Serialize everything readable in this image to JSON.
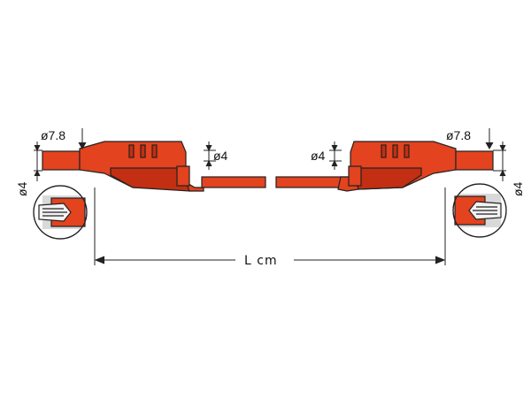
{
  "diagram": {
    "length_label": "L cm",
    "left_plug": {
      "body_diameter": "ø7.8",
      "cable_diameter": "ø4",
      "pin_diameter": "ø4",
      "detail": "plug-detail"
    },
    "right_plug": {
      "body_diameter": "ø7.8",
      "cable_diameter": "ø4",
      "pin_diameter": "ø4",
      "detail": "plug-detail"
    },
    "colors": {
      "plug": "#e3431f",
      "plug_dark": "#c22f12",
      "outline": "#222222",
      "metal": "#cfcfcf"
    }
  }
}
